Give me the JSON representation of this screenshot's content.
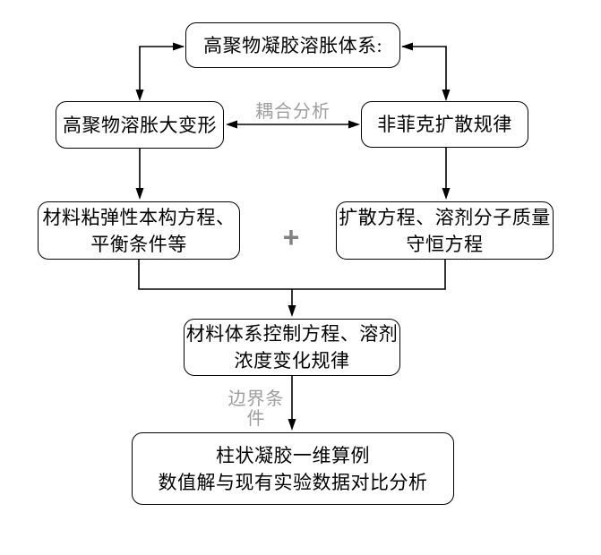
{
  "diagram": {
    "nodes": {
      "top": {
        "label": "高聚物凝胶溶胀体系:"
      },
      "left2": {
        "label": "高聚物溶胀大变形"
      },
      "right2": {
        "label": "非菲克扩散规律"
      },
      "left3": {
        "label": "材料粘弹性本构方程、\n平衡条件等"
      },
      "right3": {
        "label": "扩散方程、溶剂分子质量\n守恒方程"
      },
      "mid4": {
        "label": "材料体系控制方程、溶剂\n浓度变化规律"
      },
      "bottom": {
        "label": "柱状凝胶一维算例\n数值解与现有实验数据对比分析"
      }
    },
    "edge_labels": {
      "coupling": "耦合分析",
      "plus": "+",
      "boundary": "边界条件"
    },
    "colors": {
      "box_border": "#000000",
      "box_fill": "#ffffff",
      "text": "#000000",
      "edge_label_gray": "#9e9e9e",
      "arrow": "#000000",
      "background": "#ffffff"
    }
  }
}
